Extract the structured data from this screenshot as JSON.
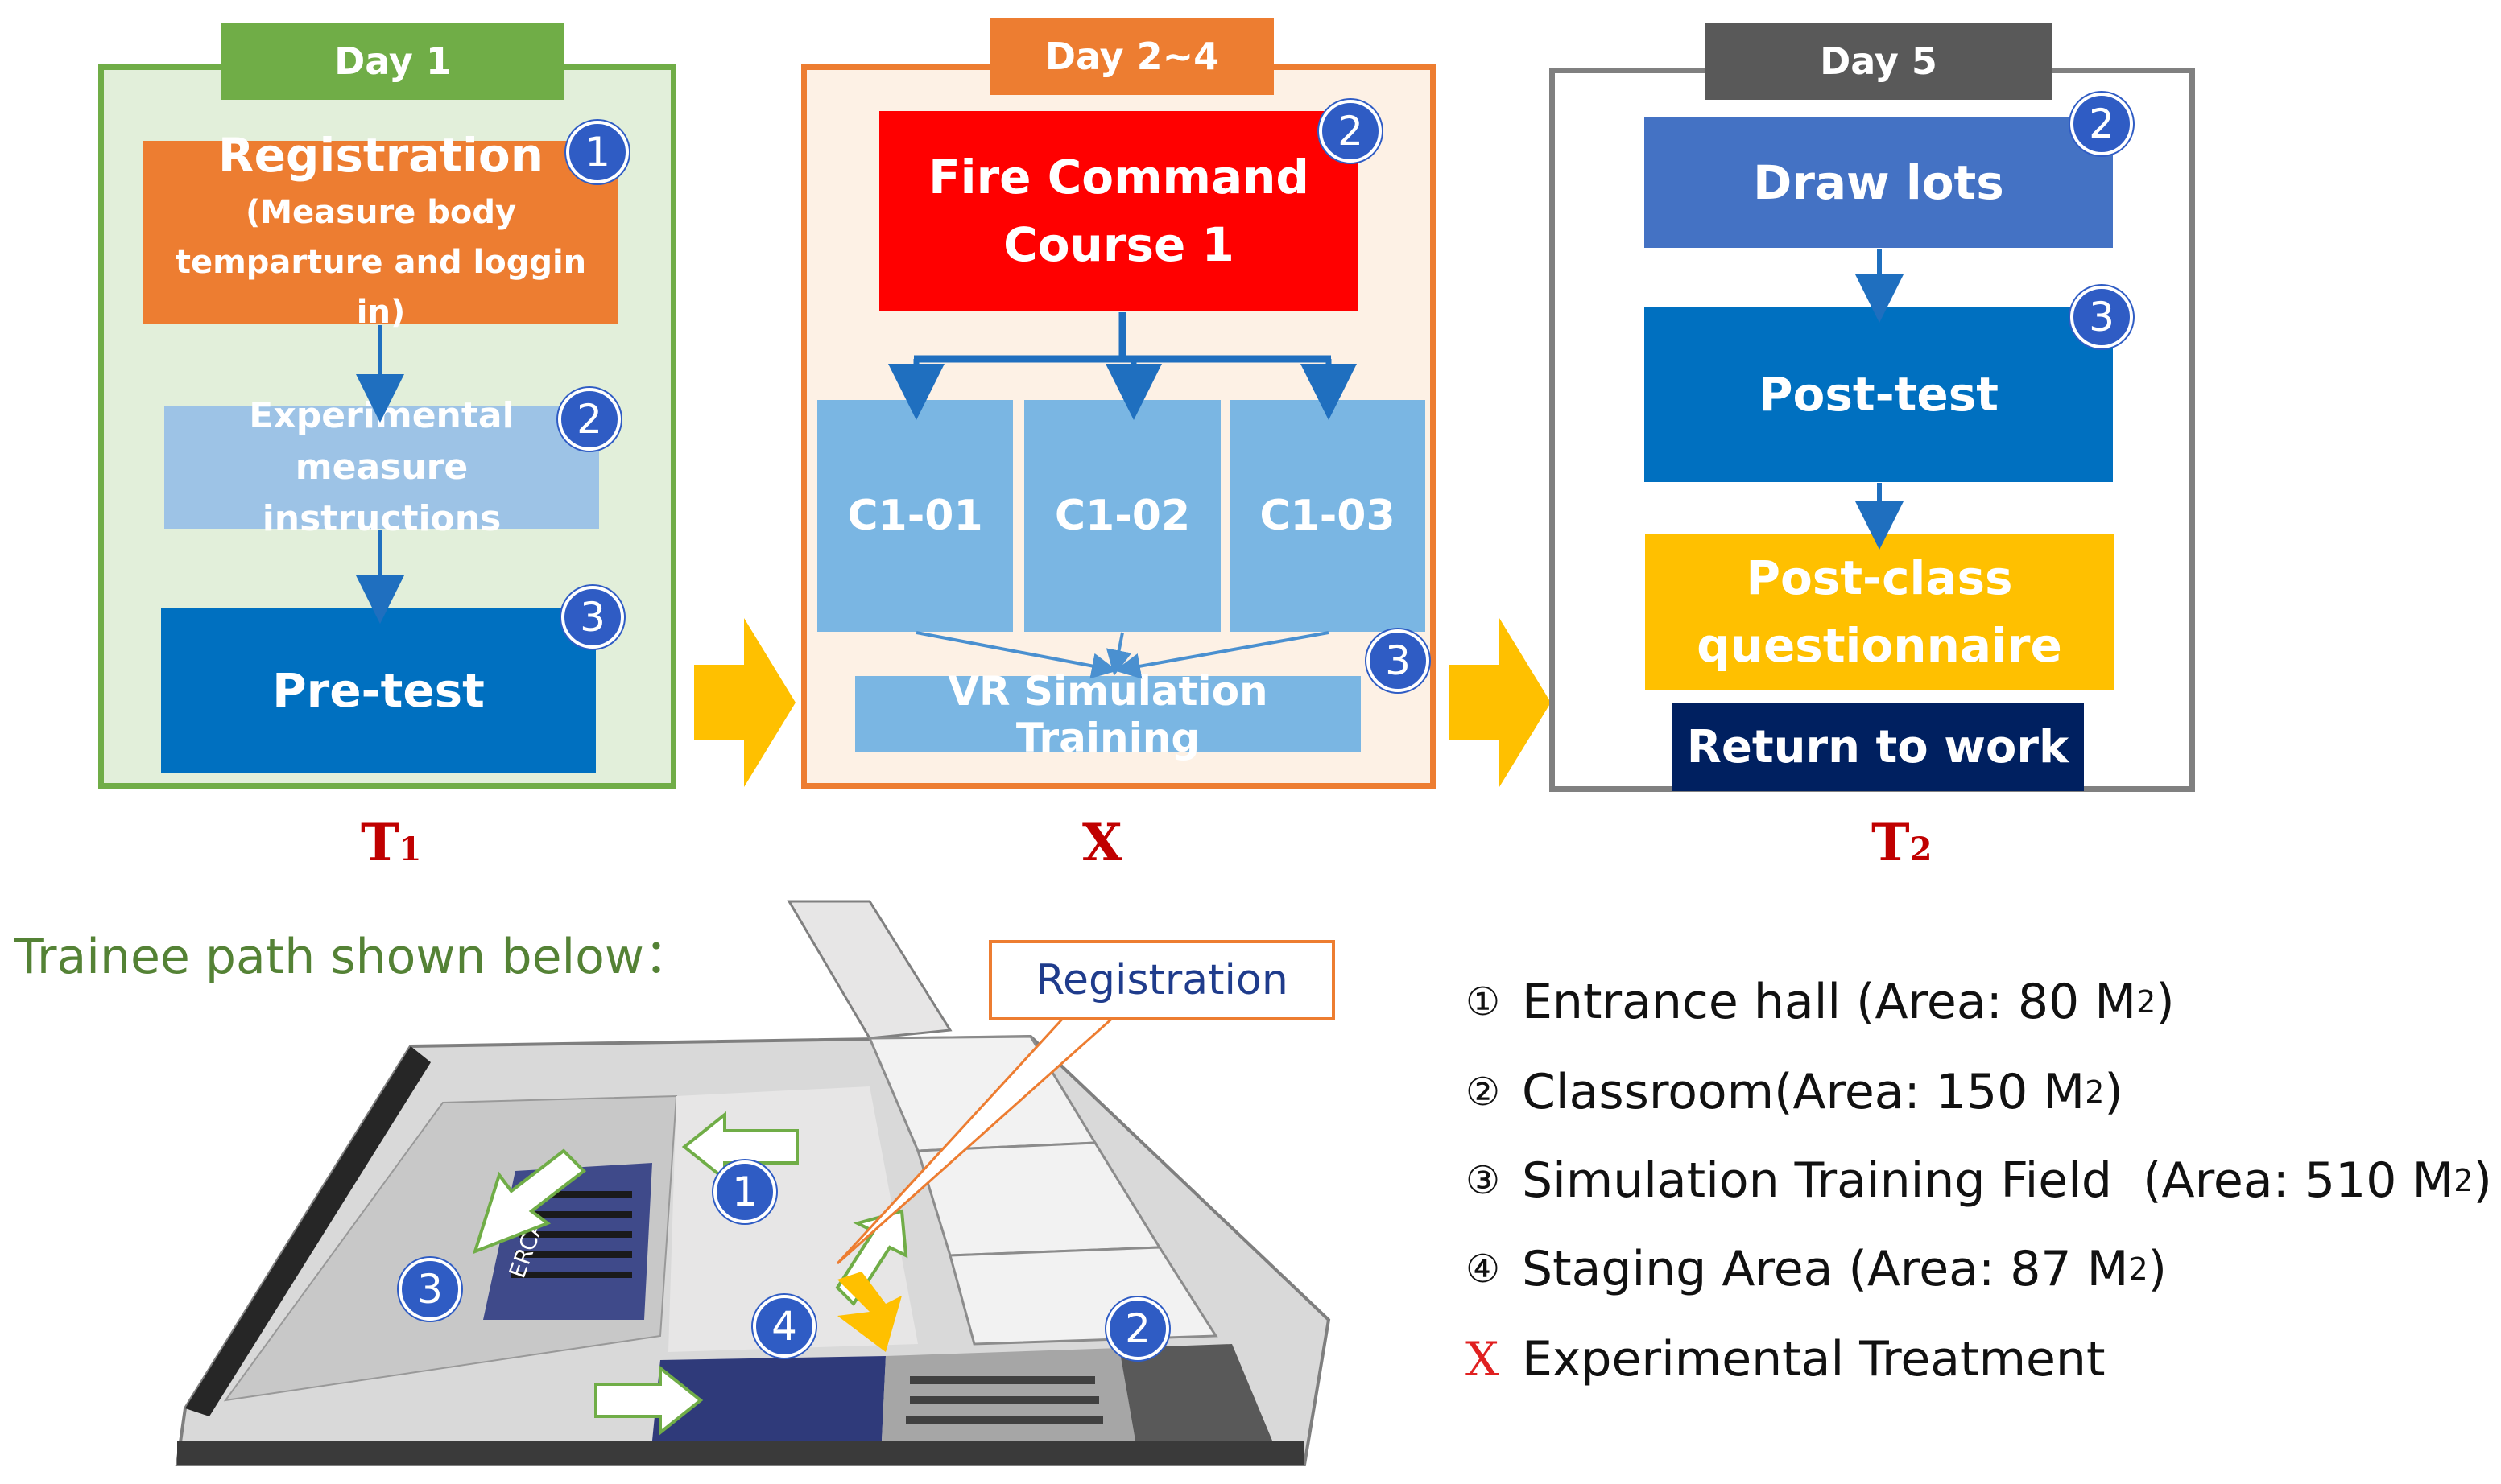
{
  "stage1": {
    "tab": "Day 1",
    "registration_title": "Registration",
    "registration_sub": "(Measure body temparture and loggin in)",
    "instructions": "Experimental measure instructions",
    "pretest": "Pre-test",
    "time_label": "T",
    "time_sub": "1",
    "badge_registration": "1",
    "badge_instructions": "2",
    "badge_pretest": "3"
  },
  "stage2": {
    "tab": "Day 2~4",
    "course": "Fire Command Course 1",
    "classes": [
      "C1-01",
      "C1-02",
      "C1-03"
    ],
    "vr": "VR Simulation Training",
    "time_label": "X",
    "badge_course": "2",
    "badge_vr": "3"
  },
  "stage3": {
    "tab": "Day 5",
    "draw_lots": "Draw lots",
    "posttest": "Post-test",
    "questionnaire": "Post-class questionnaire",
    "return": "Return to work",
    "time_label": "T",
    "time_sub": "2",
    "badge_draw": "2",
    "badge_posttest": "3"
  },
  "floorplan": {
    "heading": "Trainee path shown below：",
    "callout": "Registration",
    "zone_badges": [
      "1",
      "2",
      "3",
      "4"
    ],
    "sign_text": "ERCA"
  },
  "legend": [
    {
      "marker": "①",
      "label": "Entrance hall (Area: 80 M",
      "sup": "2",
      "tail": ")"
    },
    {
      "marker": "②",
      "label": "Classroom(Area: 150 M",
      "sup": "2",
      "tail": ")"
    },
    {
      "marker": "③",
      "label": "Simulation Training Field  (Area: 510 M",
      "sup": "2",
      "tail": ")"
    },
    {
      "marker": "④",
      "label": "Staging Area (Area: 87 M",
      "sup": "2",
      "tail": ")"
    },
    {
      "marker": "X",
      "label": "Experimental Treatment",
      "sup": "",
      "tail": ""
    }
  ],
  "colors": {
    "day1_green": "#70ad47",
    "day24_orange": "#ed7d31",
    "day5_grey": "#595959",
    "blue_dark": "#0070c0",
    "blue_light": "#7ab6e3",
    "red": "#ff0000",
    "yellow": "#ffc000",
    "navy": "#002060",
    "arrow_yellow": "#ffc000"
  }
}
